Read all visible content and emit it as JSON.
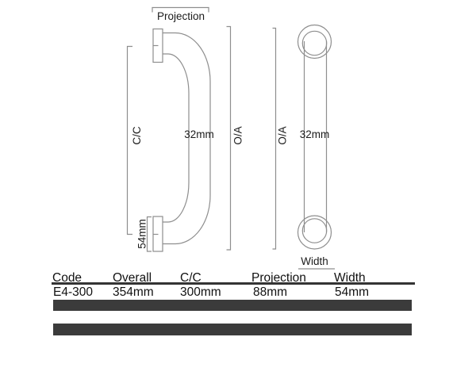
{
  "drawing": {
    "side_view": {
      "projection_label": "Projection",
      "cc_label": "C/C",
      "tube_diameter_label": "32mm",
      "oa_label": "O/A",
      "flange_label": "54mm"
    },
    "front_view": {
      "oa_label": "O/A",
      "tube_diameter_label": "32mm",
      "width_label": "Width"
    }
  },
  "table": {
    "headers": [
      "Code",
      "Overall",
      "C/C",
      "Projection",
      "Width"
    ],
    "row": [
      "E4-300",
      "354mm",
      "300mm",
      "88mm",
      "54mm"
    ]
  },
  "colors": {
    "drawing_line": "#8e8e8e",
    "text": "#1b1b1b",
    "separator_bar": "#3b3b3b",
    "table_rule": "#333333"
  }
}
